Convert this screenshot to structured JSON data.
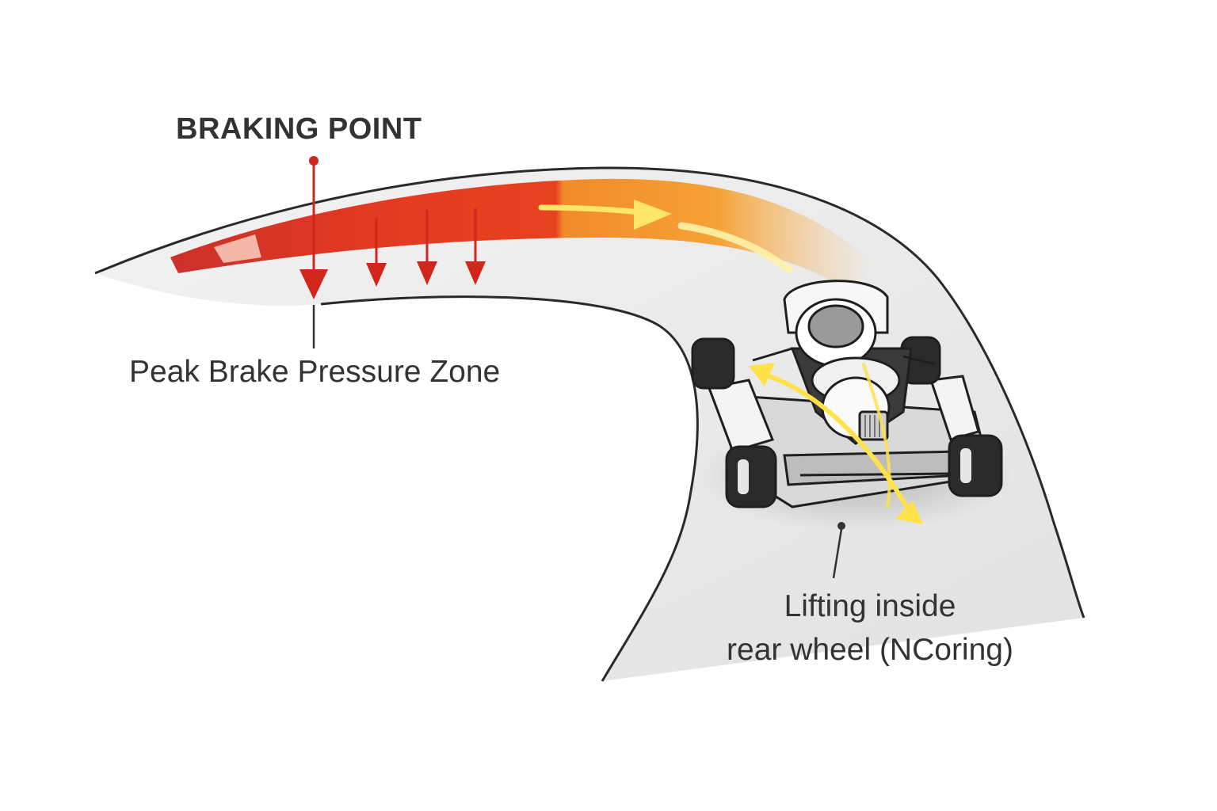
{
  "labels": {
    "braking_point": "BRAKING POINT",
    "peak_zone": "Peak Brake Pressure Zone",
    "lift_line_1": "Lifting inside",
    "lift_line_2": "rear wheel (NCoring)"
  },
  "colors": {
    "brake_red": "#e0321c",
    "transition_orange": "#f39a2c",
    "arrow_red": "#d0261c",
    "motion_yellow": "#ffe66b",
    "track_grey": "#e9e9e9",
    "edge_dark": "#2a2a2a",
    "text": "#333333"
  },
  "icons": {
    "pressure_arrow": "down-arrow-icon",
    "flow_arrow": "right-arrow-icon",
    "kart": "go-kart-icon",
    "weight_shift": "double-headed-arrow-icon"
  }
}
